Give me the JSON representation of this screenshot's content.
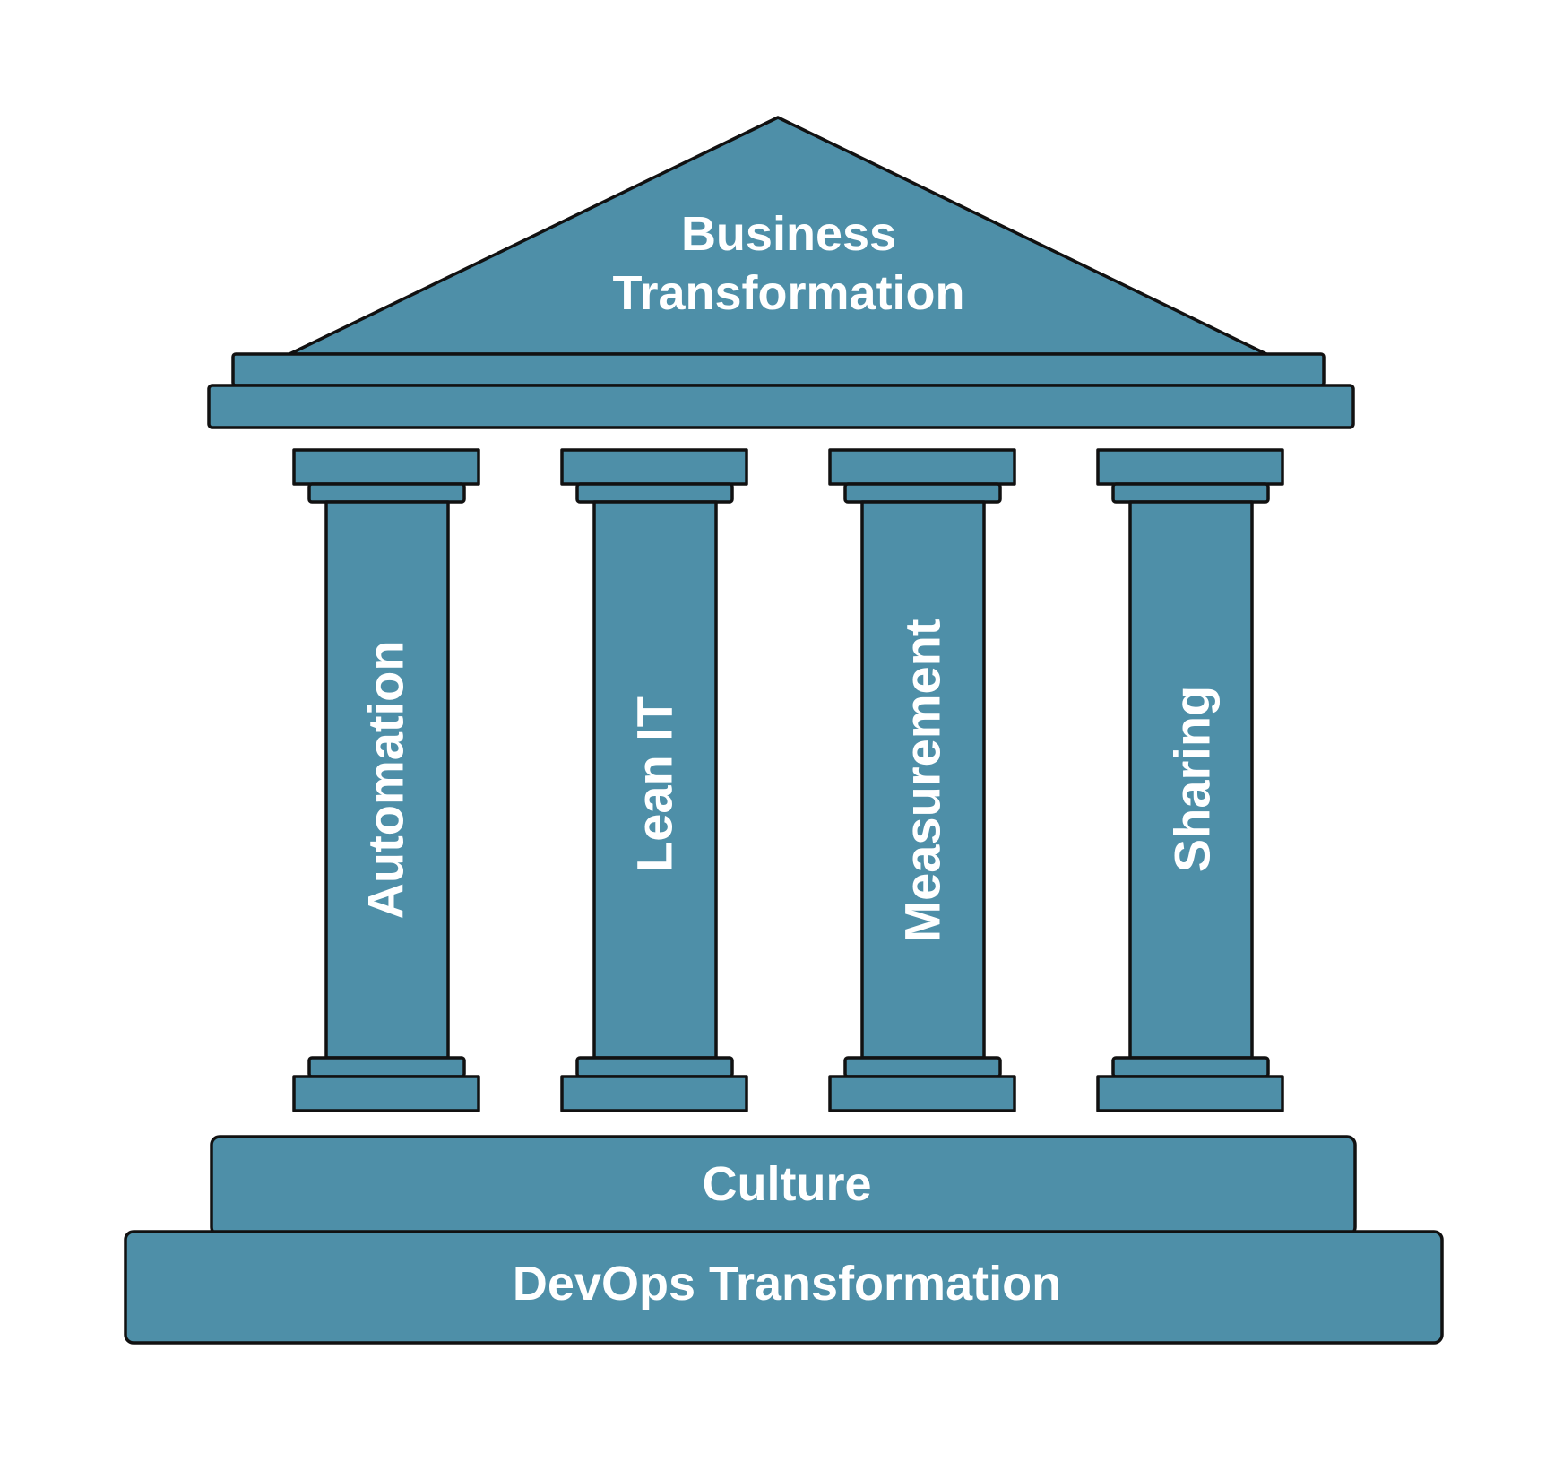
{
  "colors": {
    "fill": "#4e8fa8",
    "stroke": "#111111",
    "text": "#ffffff",
    "background": "#ffffff"
  },
  "roof": {
    "line1": "Business",
    "line2": "Transformation"
  },
  "pillars": [
    {
      "label": "Automation"
    },
    {
      "label": "Lean IT"
    },
    {
      "label": "Measurement"
    },
    {
      "label": "Sharing"
    }
  ],
  "foundation": {
    "upper_step": "Culture",
    "base": "DevOps Transformation"
  }
}
